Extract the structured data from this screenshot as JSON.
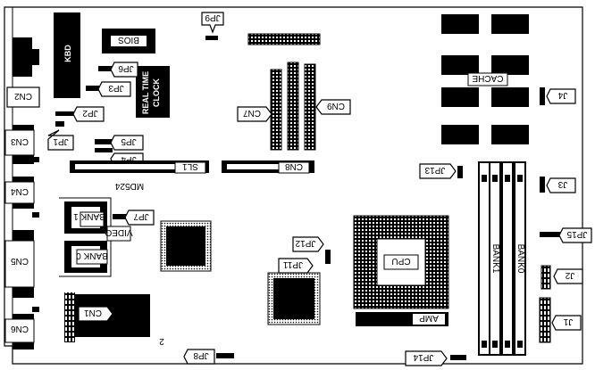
{
  "board": {
    "model": "MD524",
    "labels": {
      "kbd": "KBD",
      "bios": "BIOS",
      "rtc_line1": "REAL TIME",
      "rtc_line2": "CLOCK",
      "cache": "CACHE",
      "cpu": "CPU",
      "amp": "AMP",
      "video": "VIDEO",
      "bank0": "BANK 0",
      "bank1": "BANK 1",
      "bank0_sim": "BANK0",
      "bank1_sim": "BANK1",
      "pin2": "2"
    },
    "connectors": {
      "cn1": "CN1",
      "cn2": "CN2",
      "cn3": "CN3",
      "cn4": "CN4",
      "cn5": "CN5",
      "cn6": "CN6",
      "cn7": "CN7",
      "cn8": "CN8",
      "cn9": "CN9",
      "sl1": "SL1"
    },
    "jumpers": {
      "j1": "J1",
      "j2": "J2",
      "j3": "J3",
      "j4": "J4",
      "jp1": "JP1",
      "jp2": "JP2",
      "jp3": "JP3",
      "jp4": "JP4",
      "jp5": "JP5",
      "jp6": "JP6",
      "jp7": "JP7",
      "jp8": "JP8",
      "jp9": "JP9",
      "jp11": "JP11",
      "jp12": "JP12",
      "jp13": "JP13",
      "jp14": "JP14",
      "jp15": "JP15"
    }
  }
}
